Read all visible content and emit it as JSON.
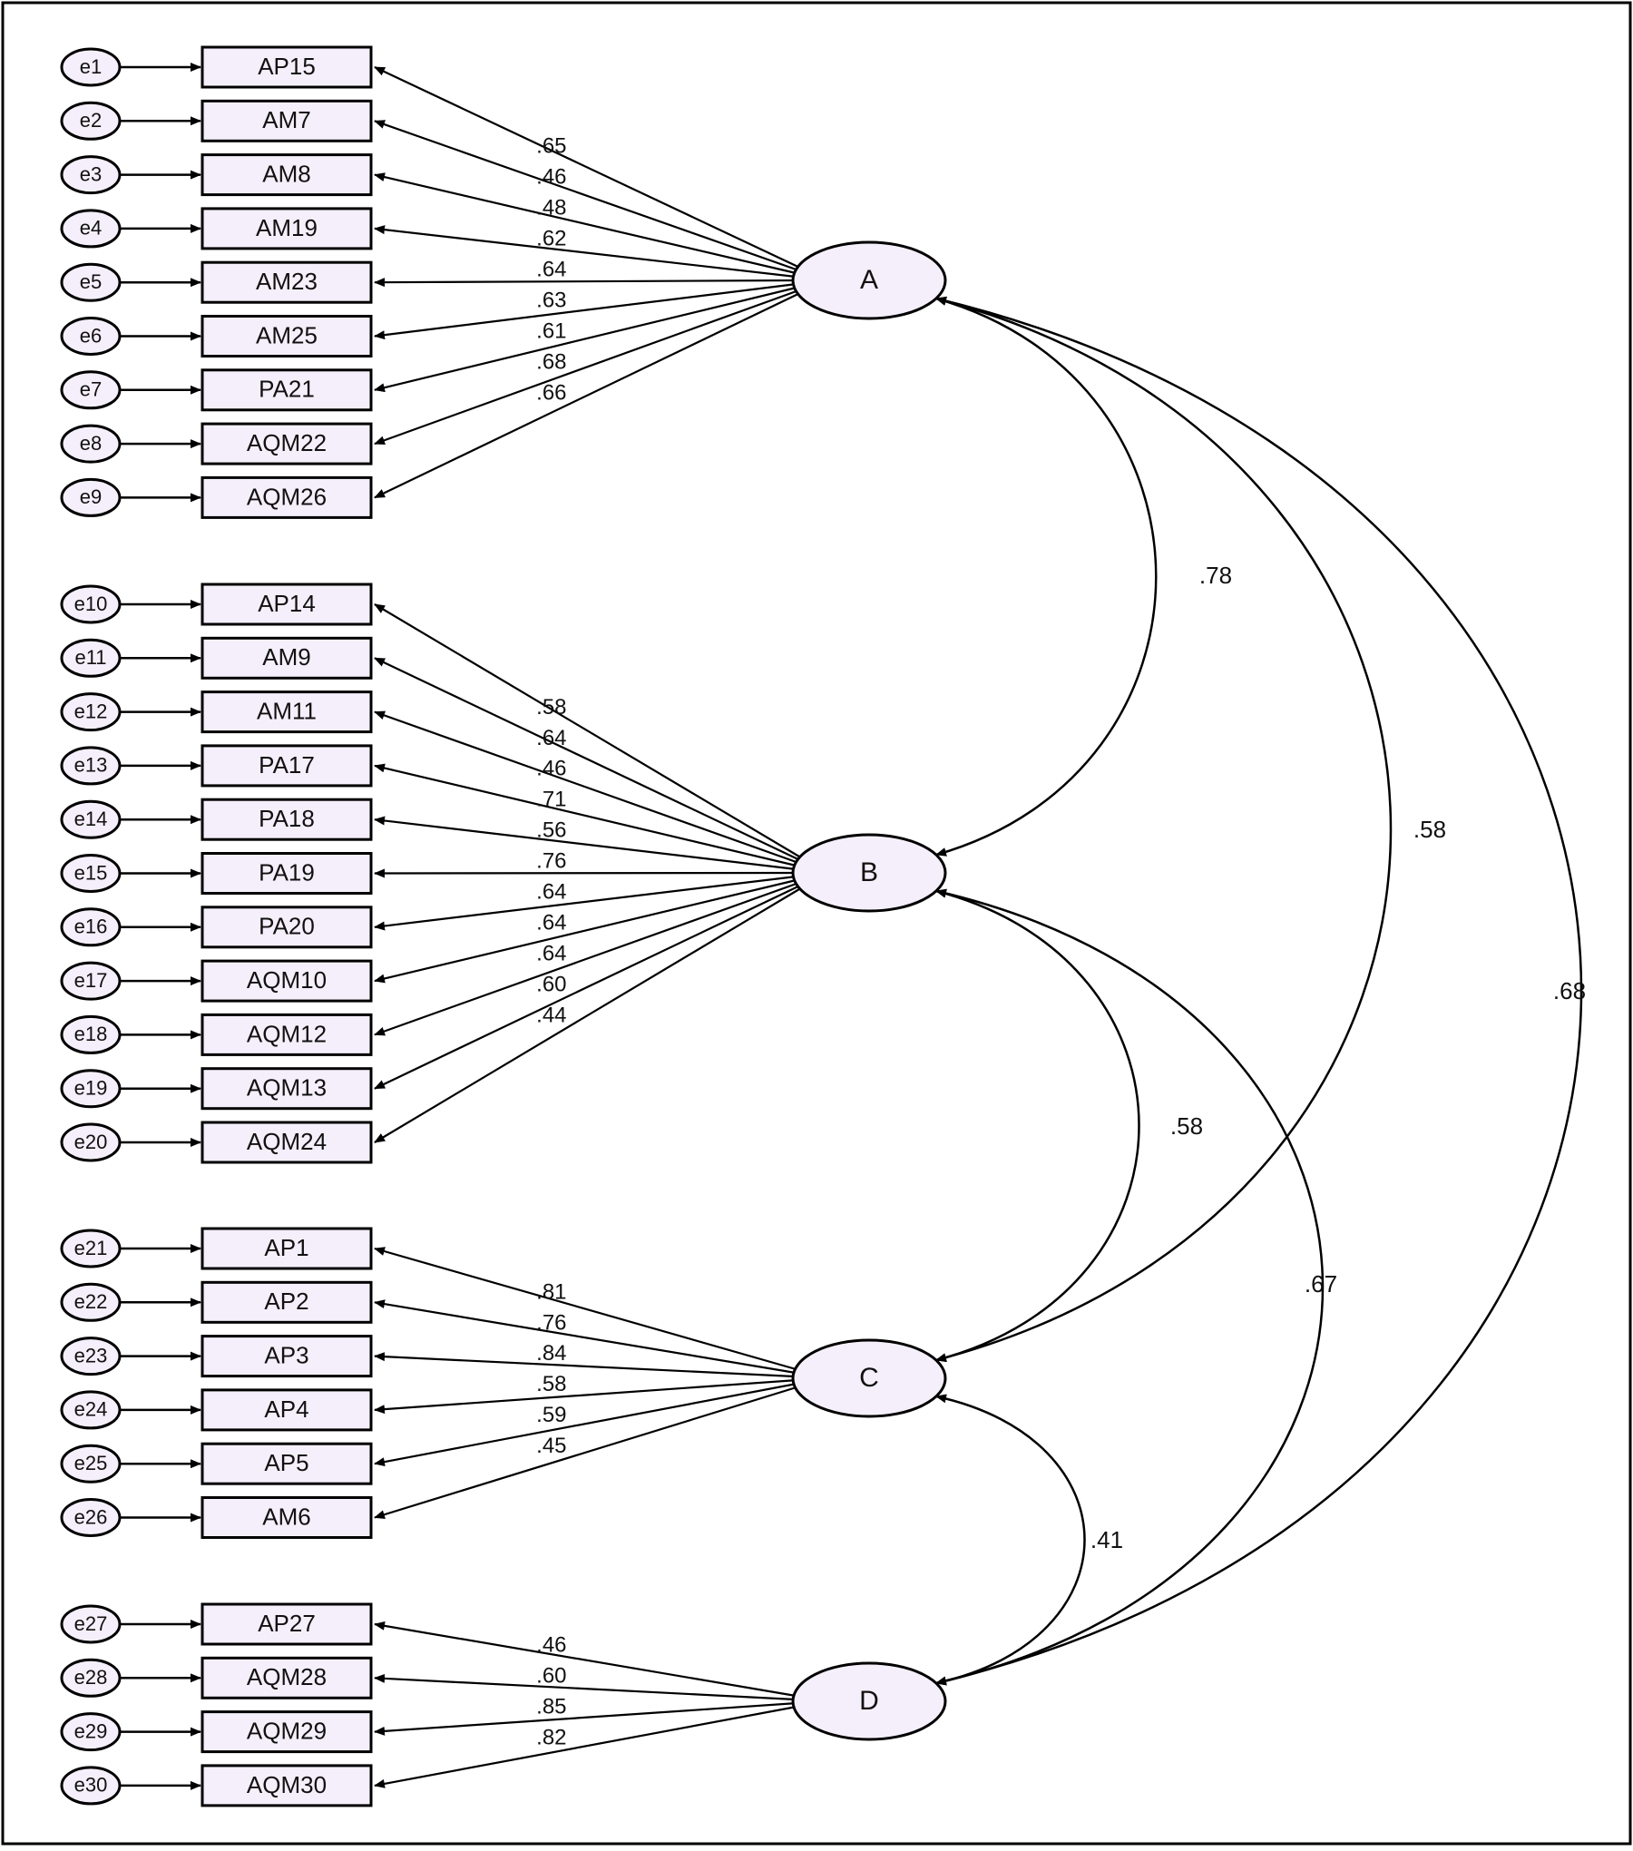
{
  "colors": {
    "fill": "#f5effb",
    "stroke": "#000000",
    "background": "#ffffff"
  },
  "factors": [
    {
      "name": "A",
      "items": [
        {
          "error": "e1",
          "indicator": "AP15",
          "loading": ".65"
        },
        {
          "error": "e2",
          "indicator": "AM7",
          "loading": ".46"
        },
        {
          "error": "e3",
          "indicator": "AM8",
          "loading": ".48"
        },
        {
          "error": "e4",
          "indicator": "AM19",
          "loading": ".62"
        },
        {
          "error": "e5",
          "indicator": "AM23",
          "loading": ".64"
        },
        {
          "error": "e6",
          "indicator": "AM25",
          "loading": ".63"
        },
        {
          "error": "e7",
          "indicator": "PA21",
          "loading": ".61"
        },
        {
          "error": "e8",
          "indicator": "AQM22",
          "loading": ".68"
        },
        {
          "error": "e9",
          "indicator": "AQM26",
          "loading": ".66"
        }
      ]
    },
    {
      "name": "B",
      "items": [
        {
          "error": "e10",
          "indicator": "AP14",
          "loading": ".58"
        },
        {
          "error": "e11",
          "indicator": "AM9",
          "loading": ".64"
        },
        {
          "error": "e12",
          "indicator": "AM11",
          "loading": ".46"
        },
        {
          "error": "e13",
          "indicator": "PA17",
          "loading": ".71"
        },
        {
          "error": "e14",
          "indicator": "PA18",
          "loading": ".56"
        },
        {
          "error": "e15",
          "indicator": "PA19",
          "loading": ".76"
        },
        {
          "error": "e16",
          "indicator": "PA20",
          "loading": ".64"
        },
        {
          "error": "e17",
          "indicator": "AQM10",
          "loading": ".64"
        },
        {
          "error": "e18",
          "indicator": "AQM12",
          "loading": ".64"
        },
        {
          "error": "e19",
          "indicator": "AQM13",
          "loading": ".60"
        },
        {
          "error": "e20",
          "indicator": "AQM24",
          "loading": ".44"
        }
      ]
    },
    {
      "name": "C",
      "items": [
        {
          "error": "e21",
          "indicator": "AP1",
          "loading": ".81"
        },
        {
          "error": "e22",
          "indicator": "AP2",
          "loading": ".76"
        },
        {
          "error": "e23",
          "indicator": "AP3",
          "loading": ".84"
        },
        {
          "error": "e24",
          "indicator": "AP4",
          "loading": ".58"
        },
        {
          "error": "e25",
          "indicator": "AP5",
          "loading": ".59"
        },
        {
          "error": "e26",
          "indicator": "AM6",
          "loading": ".45"
        }
      ]
    },
    {
      "name": "D",
      "items": [
        {
          "error": "e27",
          "indicator": "AP27",
          "loading": ".46"
        },
        {
          "error": "e28",
          "indicator": "AQM28",
          "loading": ".60"
        },
        {
          "error": "e29",
          "indicator": "AQM29",
          "loading": ".85"
        },
        {
          "error": "e30",
          "indicator": "AQM30",
          "loading": ".82"
        }
      ]
    }
  ],
  "covariances": [
    {
      "from": "A",
      "to": "B",
      "value": ".78"
    },
    {
      "from": "A",
      "to": "C",
      "value": ".58"
    },
    {
      "from": "A",
      "to": "D",
      "value": ".68"
    },
    {
      "from": "B",
      "to": "C",
      "value": ".58"
    },
    {
      "from": "B",
      "to": "D",
      "value": ".67"
    },
    {
      "from": "C",
      "to": "D",
      "value": ".41"
    }
  ]
}
